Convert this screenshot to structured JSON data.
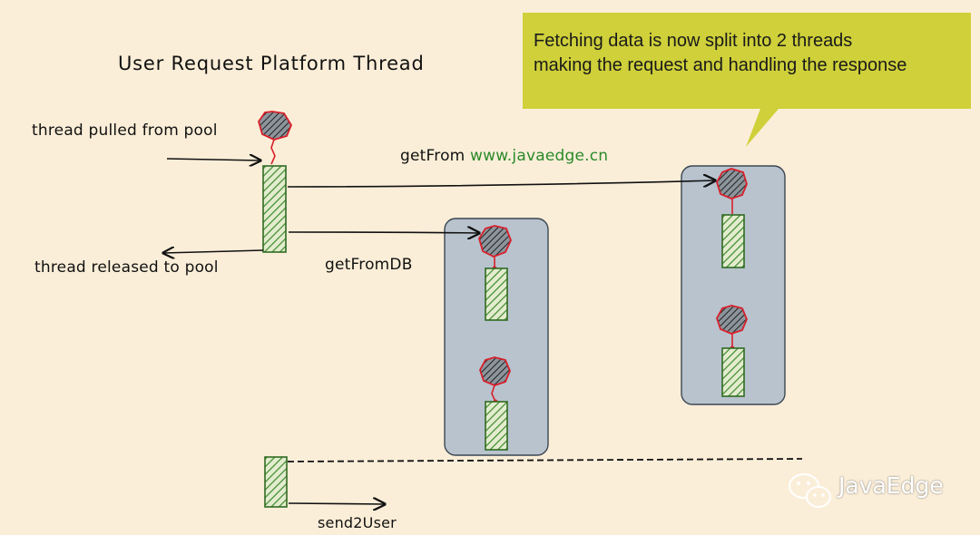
{
  "diagram": {
    "title": "User Request Platform Thread",
    "labels": {
      "thread_pulled": "thread pulled from pool",
      "thread_released": "thread released to pool",
      "get_from_prefix": "getFrom",
      "get_from_url": "www.javaedge.cn",
      "get_from_db": "getFromDB",
      "send_to_user": "send2User"
    },
    "callout": {
      "line1": "Fetching data is now split into 2 threads",
      "line2": "making the request and handling the response"
    },
    "watermark": "JavaEdge",
    "colors": {
      "background": "#fbeed8",
      "callout": "#cfd03a",
      "panel": "#b8c3ce",
      "thread_bar": "#4f9a3a",
      "virtual_thread": "#d8202a",
      "url_text": "#2a8a2a"
    },
    "icons": [
      "wechat-icon"
    ]
  }
}
